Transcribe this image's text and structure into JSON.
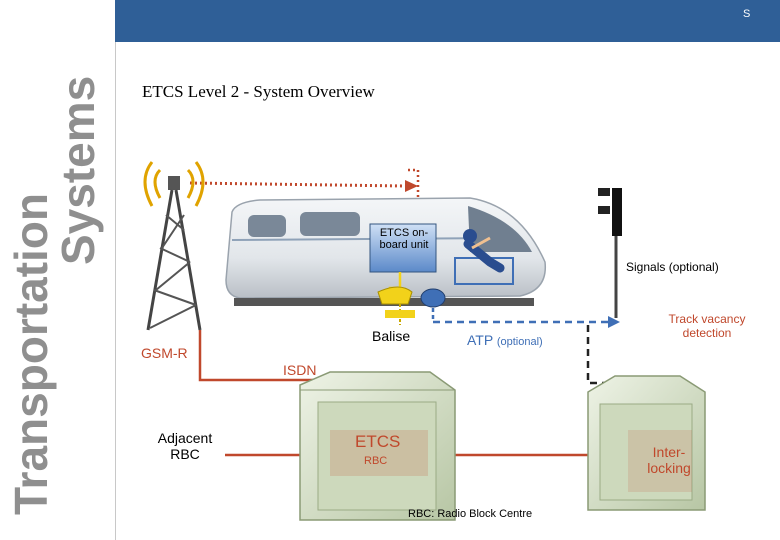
{
  "header": {
    "corner_text": "S"
  },
  "sidebar": {
    "line1": "Transportation",
    "line2": "Systems"
  },
  "slide": {
    "title": "ETCS Level 2 - System Overview"
  },
  "labels": {
    "onboard_unit": "ETCS on-board unit",
    "signals": "Signals (optional)",
    "balise": "Balise",
    "atp": "ATP",
    "atp_optional": "(optional)",
    "track_vacancy": "Track vacancy detection",
    "gsm_r": "GSM-R",
    "isdn": "ISDN",
    "adjacent_rbc": "Adjacent RBC",
    "etcs_rbc_title": "ETCS",
    "etcs_rbc_sub": "RBC",
    "interlocking": "Inter-locking",
    "footnote": "RBC: Radio Block Centre"
  },
  "colors": {
    "header_blue": "#2f5f97",
    "link_red": "#c0482c",
    "atp_blue": "#3f6fb6",
    "onboard_blue": "#5b89c9",
    "balise_yellow": "#f2d21a",
    "cabinet_green": "#d8e3c8"
  },
  "icons": [
    "antenna-icon",
    "train-icon",
    "signal-icon",
    "balise-icon",
    "cabinet-icon",
    "driver-icon"
  ]
}
